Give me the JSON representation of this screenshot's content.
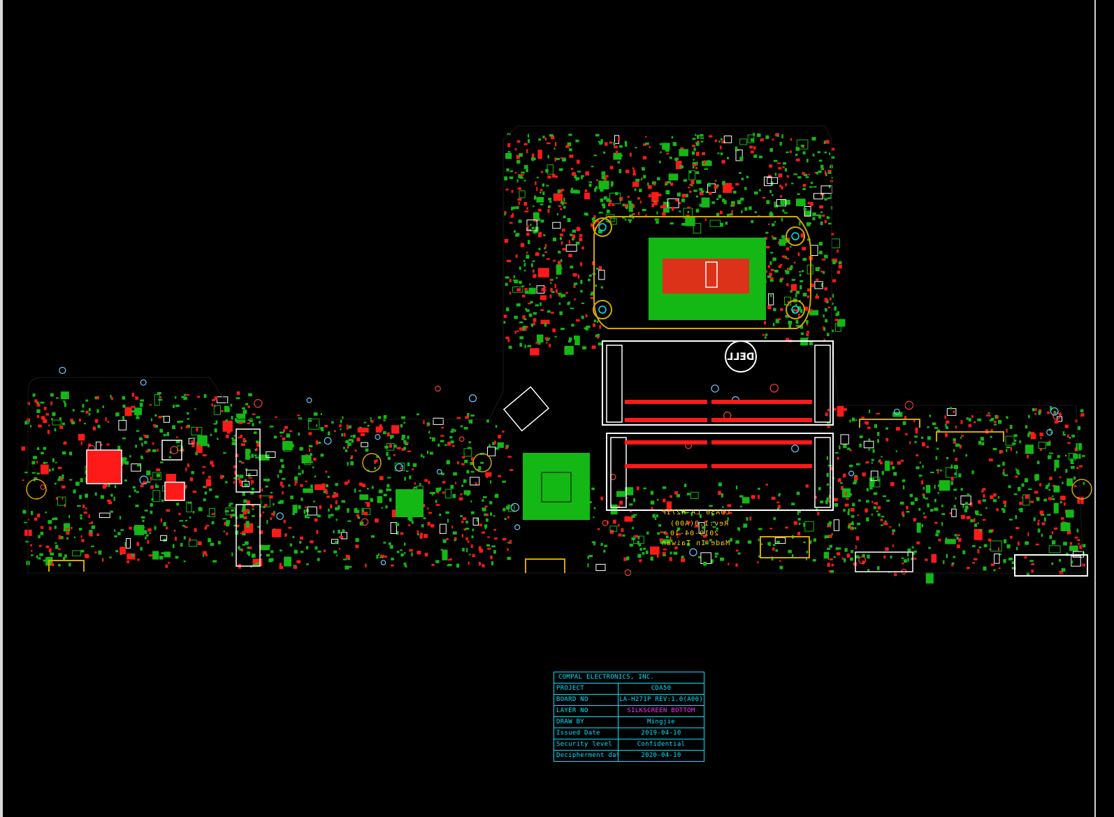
{
  "viewer": {
    "background": "#000000"
  },
  "colors": {
    "copper_green": "#14b814",
    "pad_red": "#ff1a1a",
    "outline_white": "#ffffff",
    "outline_yellow": "#d4a800",
    "cyan": "#00e5ff",
    "magenta": "#ff33ff"
  },
  "board": {
    "silkscreen": {
      "line1": "CDA50 LA-H271P",
      "line2": "Rev:1.0(A00)",
      "line3": "2019-04-10",
      "line4": "Made In Taiwan",
      "logo": "DELL"
    }
  },
  "title_block": {
    "company": "COMPAL ELECTRONICS, INC.",
    "rows": [
      {
        "key": "PROJECT",
        "value": "CDA50"
      },
      {
        "key": "BOARD NO",
        "value": "LA-H271P REV:1.0(A00)"
      },
      {
        "key": "LAYER NO",
        "value": "SILKSCREEN BOTTOM"
      },
      {
        "key": "DRAW BY",
        "value": "Mingjie"
      },
      {
        "key": "Issued Date",
        "value": "2019-04-10"
      },
      {
        "key": "Security level",
        "value": "Confidential"
      },
      {
        "key": "Decipherment date",
        "value": "2020-04-10"
      }
    ]
  }
}
